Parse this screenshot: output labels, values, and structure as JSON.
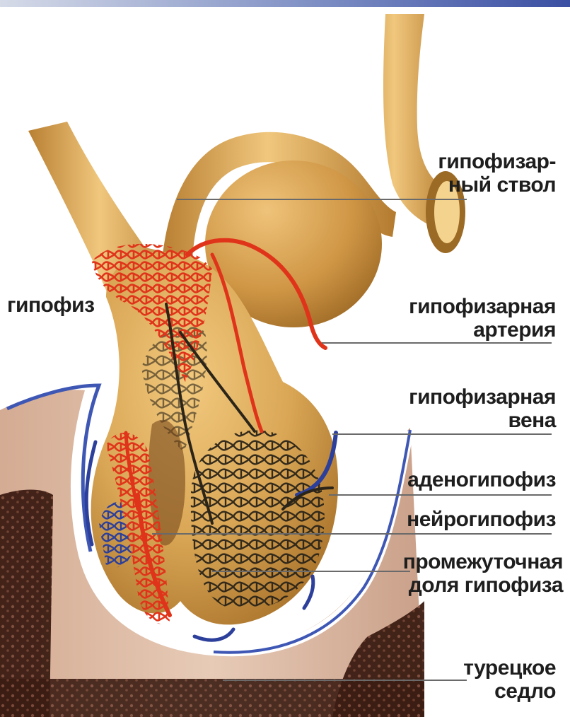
{
  "colors": {
    "gland": "#d9a655",
    "gland_shadow": "#b07a2c",
    "artery": "#e0341a",
    "vein": "#2c3f9a",
    "capillary": "#2b2418",
    "bone": "#3a1a10",
    "bone_light": "#c79a84",
    "leader": "#6a6a6a"
  },
  "labels": {
    "hypophyseal_stalk": [
      "гипофизар-",
      "ный ствол"
    ],
    "hypophysis": [
      "гипофиз"
    ],
    "hypophyseal_artery": [
      "гипофизарная",
      "артерия"
    ],
    "hypophyseal_vein": [
      "гипофизарная",
      "вена"
    ],
    "adenohypophysis": [
      "аденогипофиз"
    ],
    "neurohypophysis": [
      "нейрогипофиз"
    ],
    "intermediate_lobe": [
      "промежуточная",
      "доля гипофиза"
    ],
    "sella_turcica": [
      "турецкое",
      "седло"
    ]
  }
}
